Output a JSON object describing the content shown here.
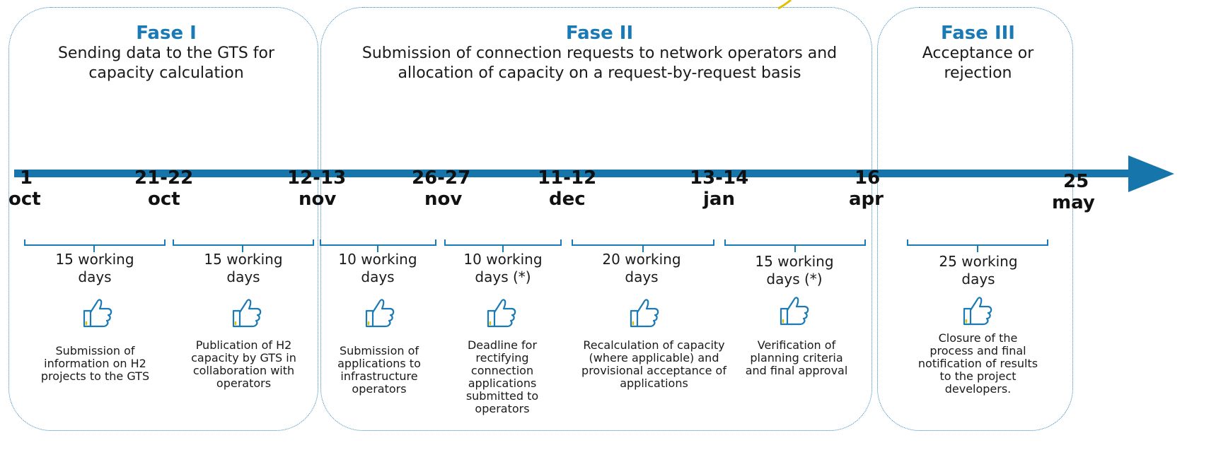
{
  "phases": [
    {
      "title": "Fase I",
      "subtitle": "Sending data to the GTS for capacity calculation"
    },
    {
      "title": "Fase II",
      "subtitle": "Submission of connection requests to network operators and allocation of capacity on a request-by-request basis"
    },
    {
      "title": "Fase III",
      "subtitle": "Acceptance or rejection"
    }
  ],
  "dates": [
    {
      "day": "1",
      "month": "oct"
    },
    {
      "day": "21-22",
      "month": "oct"
    },
    {
      "day": "12-13",
      "month": "nov"
    },
    {
      "day": "26-27",
      "month": "nov"
    },
    {
      "day": "11-12",
      "month": "dec"
    },
    {
      "day": "13-14",
      "month": "jan"
    },
    {
      "day": "16",
      "month": "apr"
    },
    {
      "day": "25",
      "month": "may"
    }
  ],
  "steps": [
    {
      "duration": "15 working days",
      "description": "Submission of information on H2 projects to the GTS"
    },
    {
      "duration": "15 working days",
      "description": "Publication of H2 capacity by GTS in collaboration with operators"
    },
    {
      "duration": "10 working days",
      "description": "Submission of applications to infrastructure operators"
    },
    {
      "duration": "10 working days (*)",
      "description": "Deadline for rectifying connection applications submitted to operators"
    },
    {
      "duration": "20 working days",
      "description": "Recalculation of capacity (where applicable) and provisional acceptance of applications"
    },
    {
      "duration": "15 working days (*)",
      "description": "Verification of planning criteria and final approval"
    },
    {
      "duration": "25 working days",
      "description": "Closure of the process and final notification of results to the project developers."
    }
  ],
  "colors": {
    "accent": "#1a7ab5",
    "arrow": "#1675ab",
    "box_border": "#2b83b8",
    "thumb_detail": "#e0c000"
  },
  "icons": {
    "step_icon": "thumbs-up-icon",
    "timeline": "arrow-right-icon"
  }
}
